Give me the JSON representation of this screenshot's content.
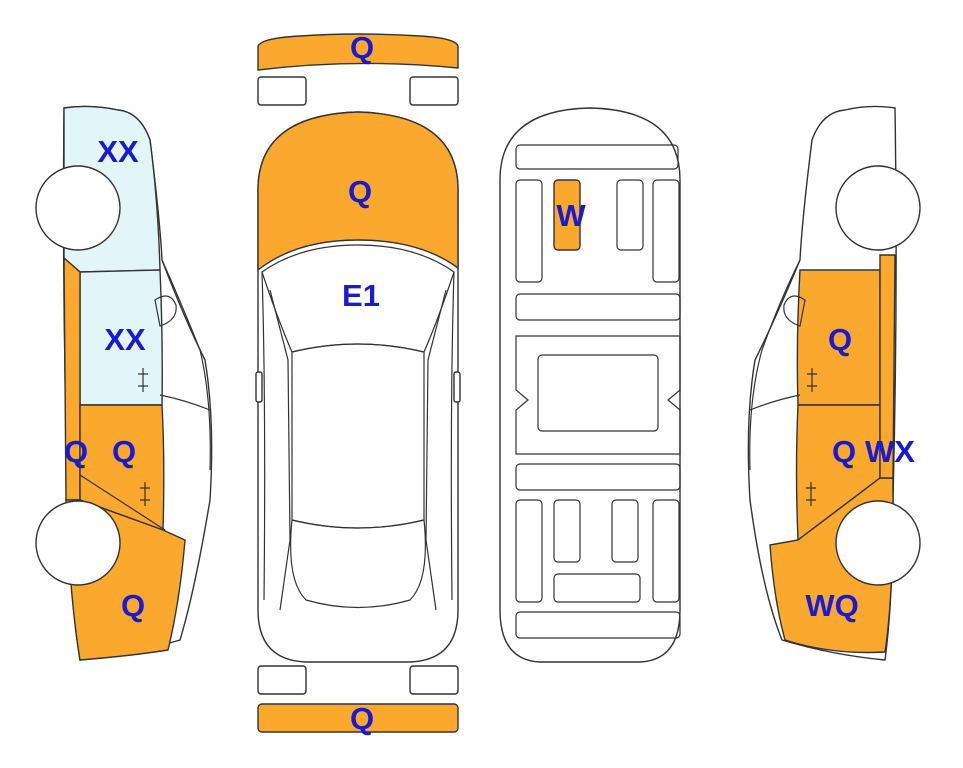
{
  "colors": {
    "damage_orange": "#FBA82E",
    "damage_blue": "#E2F6F9",
    "code_text": "#1A1AD6",
    "outline": "#333333"
  },
  "codes": {
    "front_bumper": "Q",
    "hood": "Q",
    "windshield": "E1",
    "rear_bumper": "Q",
    "left_front_fender": "XX",
    "left_front_door": "XX",
    "left_rear_door_front": "Q",
    "left_rear_door": "Q",
    "left_rear_quarter": "Q",
    "underbody_member": "W",
    "right_front_door": "Q",
    "right_rear_door": "Q",
    "right_rear_door_extra": "WX",
    "right_rear_quarter": "WQ"
  }
}
